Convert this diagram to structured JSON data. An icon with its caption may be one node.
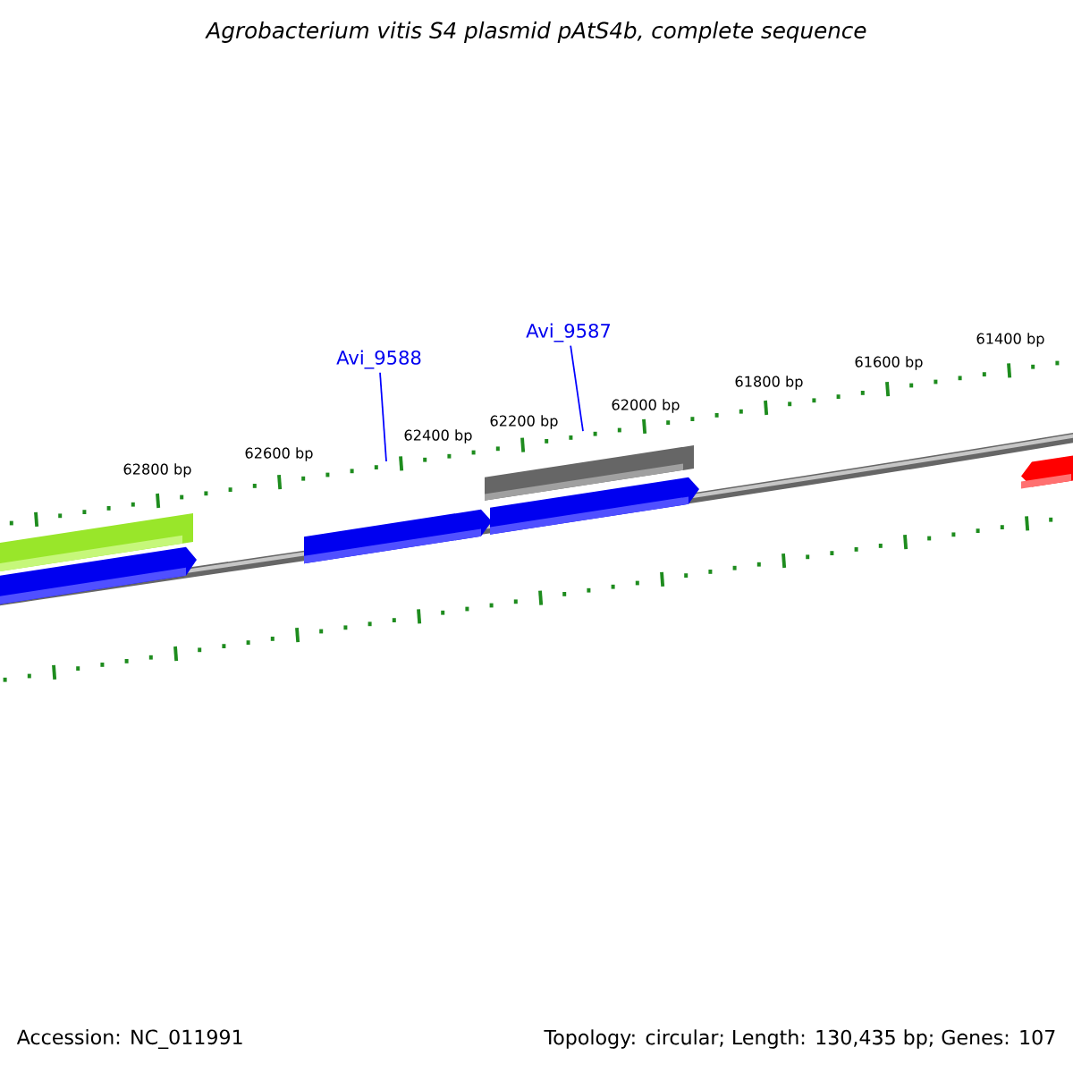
{
  "diagram": {
    "title": "Agrobacterium vitis S4 plasmid pAtS4b, complete sequence",
    "nodes": [
      {
        "text": [
          "Avi_9588"
        ]
      },
      {
        "text": [
          "Avi_9587"
        ]
      }
    ],
    "edges": [
      {
        "from": 0,
        "to": null,
        "arrow": "none",
        "color": "#0000ff"
      },
      {
        "from": 1,
        "to": null,
        "arrow": "none",
        "color": "#0000ff"
      }
    ],
    "labels": [
      "62800 bp",
      "62600 bp",
      "62400 bp",
      "62200 bp",
      "62000 bp",
      "61800 bp",
      "61600 bp",
      "61400 bp",
      "Accession: NC_011991",
      "Topology: circular; Length: 130,435 bp; Genes: 107"
    ]
  }
}
